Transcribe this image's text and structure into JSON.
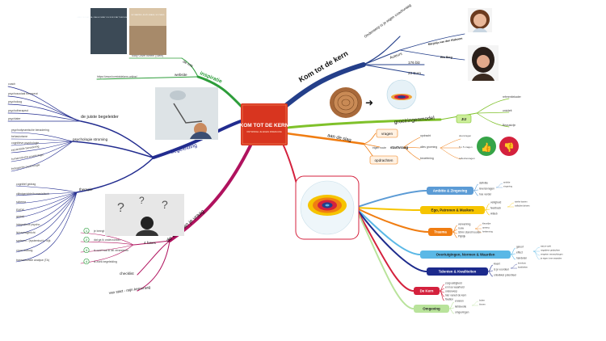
{
  "center": {
    "title": "KOM TOT DE KERN",
    "subtitle": "ONTWIKKEL JE EIGEN INNERLIJKE"
  },
  "colors": {
    "kern": "#243f8a",
    "inspiratie": "#2d9d3a",
    "begeleiding": "#222c8f",
    "vraag": "#b0125e",
    "groei": "#7fc12a",
    "slag": "#f07d12",
    "rechts": "#d4213d"
  },
  "kern": {
    "title": "Kom tot de kern",
    "onderwerp": "Onderwerp is je eigen coachvraag",
    "auteurs": "Auteurs",
    "author1": "Marjolijn van den Klaboom",
    "author2": "Elia Berg",
    "pages": "176 blz",
    "price": "23 Euro"
  },
  "inspiratie": {
    "title": "inspiratie",
    "de_mis": "de mis",
    "mary": "Mary Oliver Breem (Siem)",
    "website": "website",
    "url": "https://www.komtotdekern.online/",
    "book1": "ORE O FOCACCIA, CAN HO MINE YOU FOR STAY THROUGH DE JOURNEY",
    "book2": "MY WANTED, IN MY GRASS, SO I NEED"
  },
  "begeleiding": {
    "title": "begeleiding",
    "juiste": "de juiste begeleider",
    "juiste_items": [
      "coach",
      "psychosociaal therapeut",
      "psycholoog",
      "psychotherapeut",
      "psychiater"
    ],
    "stroming": "psychologie stroming",
    "stroming_items": [
      "psychodynamische benadering",
      "behaviorisme",
      "cognitieve psychologie",
      "existentiële benadering",
      "humanistische psychologie",
      "biologische psychologie"
    ],
    "therapie": "therapie",
    "therapie_items": [
      "cognitief gedrag",
      "cliëntgerichte/humanistisch",
      "schema",
      "EMDR",
      "gestalt",
      "integratieve psycho...",
      "lichaamsgericht",
      "systeem - (systemisch) / kijk",
      "vroon dialoog",
      "transactionele analyse (TA)"
    ]
  },
  "vraag": {
    "title": "de kern van je vraag",
    "fases": "4 fases",
    "fase_items": [
      "je brengt ets...",
      "dat ga ik onderzoeken",
      "ik weet wat ik wil veranderen",
      "ik zoek begeleiding"
    ],
    "fase_nums": [
      "1",
      "2",
      "3",
      "4"
    ],
    "checklist": "checklist",
    "van_start": "van start - mijn kernvraag"
  },
  "groei": {
    "title": "groeiringenmodel",
    "jij": "JIJ",
    "items": [
      "referentiekader",
      "uniciteit",
      "Bewustzijn"
    ]
  },
  "slag": {
    "title": "aan de slag",
    "vragen": "vragen",
    "eigen": "eigen route",
    "startvraag": "startvraag",
    "opdrachten": "opdrachten",
    "start_items": [
      "opdracht",
      "alles groening",
      "beoefening"
    ],
    "sub_items": [
      "doorvragen",
      "5 x 5 vragen",
      "reflectievragen"
    ]
  },
  "rechts": {
    "pills": [
      {
        "label": "Ambitie & Zingeving",
        "color": "#5b9bd5",
        "text": "#fff",
        "subs": [
          "definitie",
          "levensvragen",
          "hoe verder"
        ],
        "mini": [
          "ambitie",
          "zingeving"
        ]
      },
      {
        "label": "Ego, Patronen & Maskers",
        "color": "#f6c400",
        "text": "#222",
        "subs": [
          "veiligheid",
          "feedback",
          "A/Beb"
        ],
        "mini": [
          "sterke kanten",
          "valkuilen/drivers"
        ]
      },
      {
        "label": "Trauma",
        "color": "#f07d12",
        "text": "#fff",
        "subs": [
          "verwerking",
          "rouw",
          "Stil-in stand houden",
          "Pijnlijk"
        ],
        "mini": [
          "kleurrijke",
          "opvang",
          "herkenning"
        ]
      },
      {
        "label": "Overtuigingen, Normen & Waarden",
        "color": "#5ab8e6",
        "text": "#222",
        "subs": [
          "geloof",
          "effect",
          "handelen"
        ],
        "mini": [
          "wat je voelt",
          "negatieve gedachten",
          "vergeten verwachtingen",
          "je eigen inner waarden"
        ]
      },
      {
        "label": "Talenten & Kwaliteiten",
        "color": "#1c2a8c",
        "text": "#fff",
        "subs": [
          "kwart",
          "is je voordeel",
          "ontwikkel potentieel"
        ],
        "mini": [
          "kernkwa",
          "kwaliteiten"
        ]
      },
      {
        "label": "De Kern",
        "color": "#d4213d",
        "text": "#fff",
        "subs": [
          "zorgvuldigheid",
          "en hoe waarheid",
          "onderwerp",
          "hier vanuit de kern",
          "fixation"
        ],
        "mini": []
      },
      {
        "label": "Omgeving",
        "color": "#b9e39b",
        "text": "#222",
        "subs": [
          "ervaren",
          "liefdevolle",
          "omgevingen"
        ],
        "mini": [
          "buiten",
          "binnen"
        ]
      }
    ]
  }
}
